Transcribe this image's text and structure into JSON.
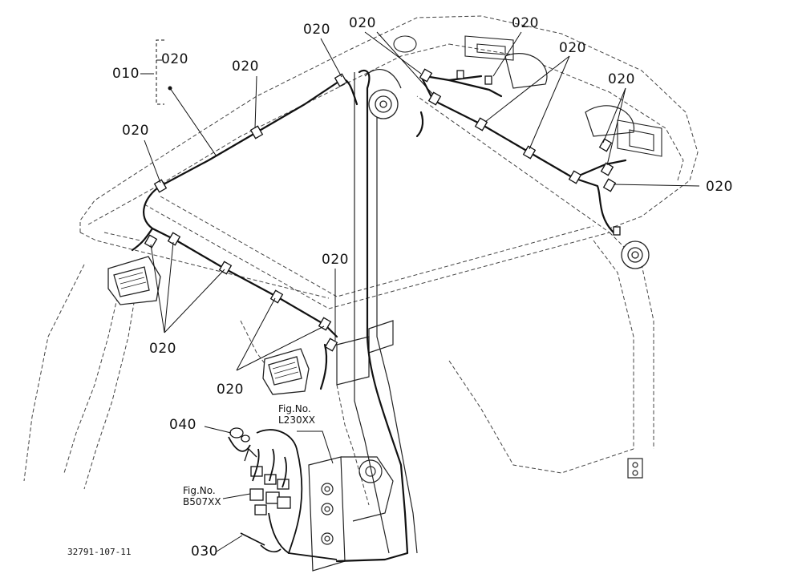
{
  "parts": {
    "p010": "010",
    "p020": "020",
    "p030": "030",
    "p040": "040"
  },
  "references": [
    {
      "title": "Fig.No.",
      "code": "L230XX"
    },
    {
      "title": "Fig.No.",
      "code": "B507XX"
    }
  ],
  "catalog_number": "32791-107-11"
}
